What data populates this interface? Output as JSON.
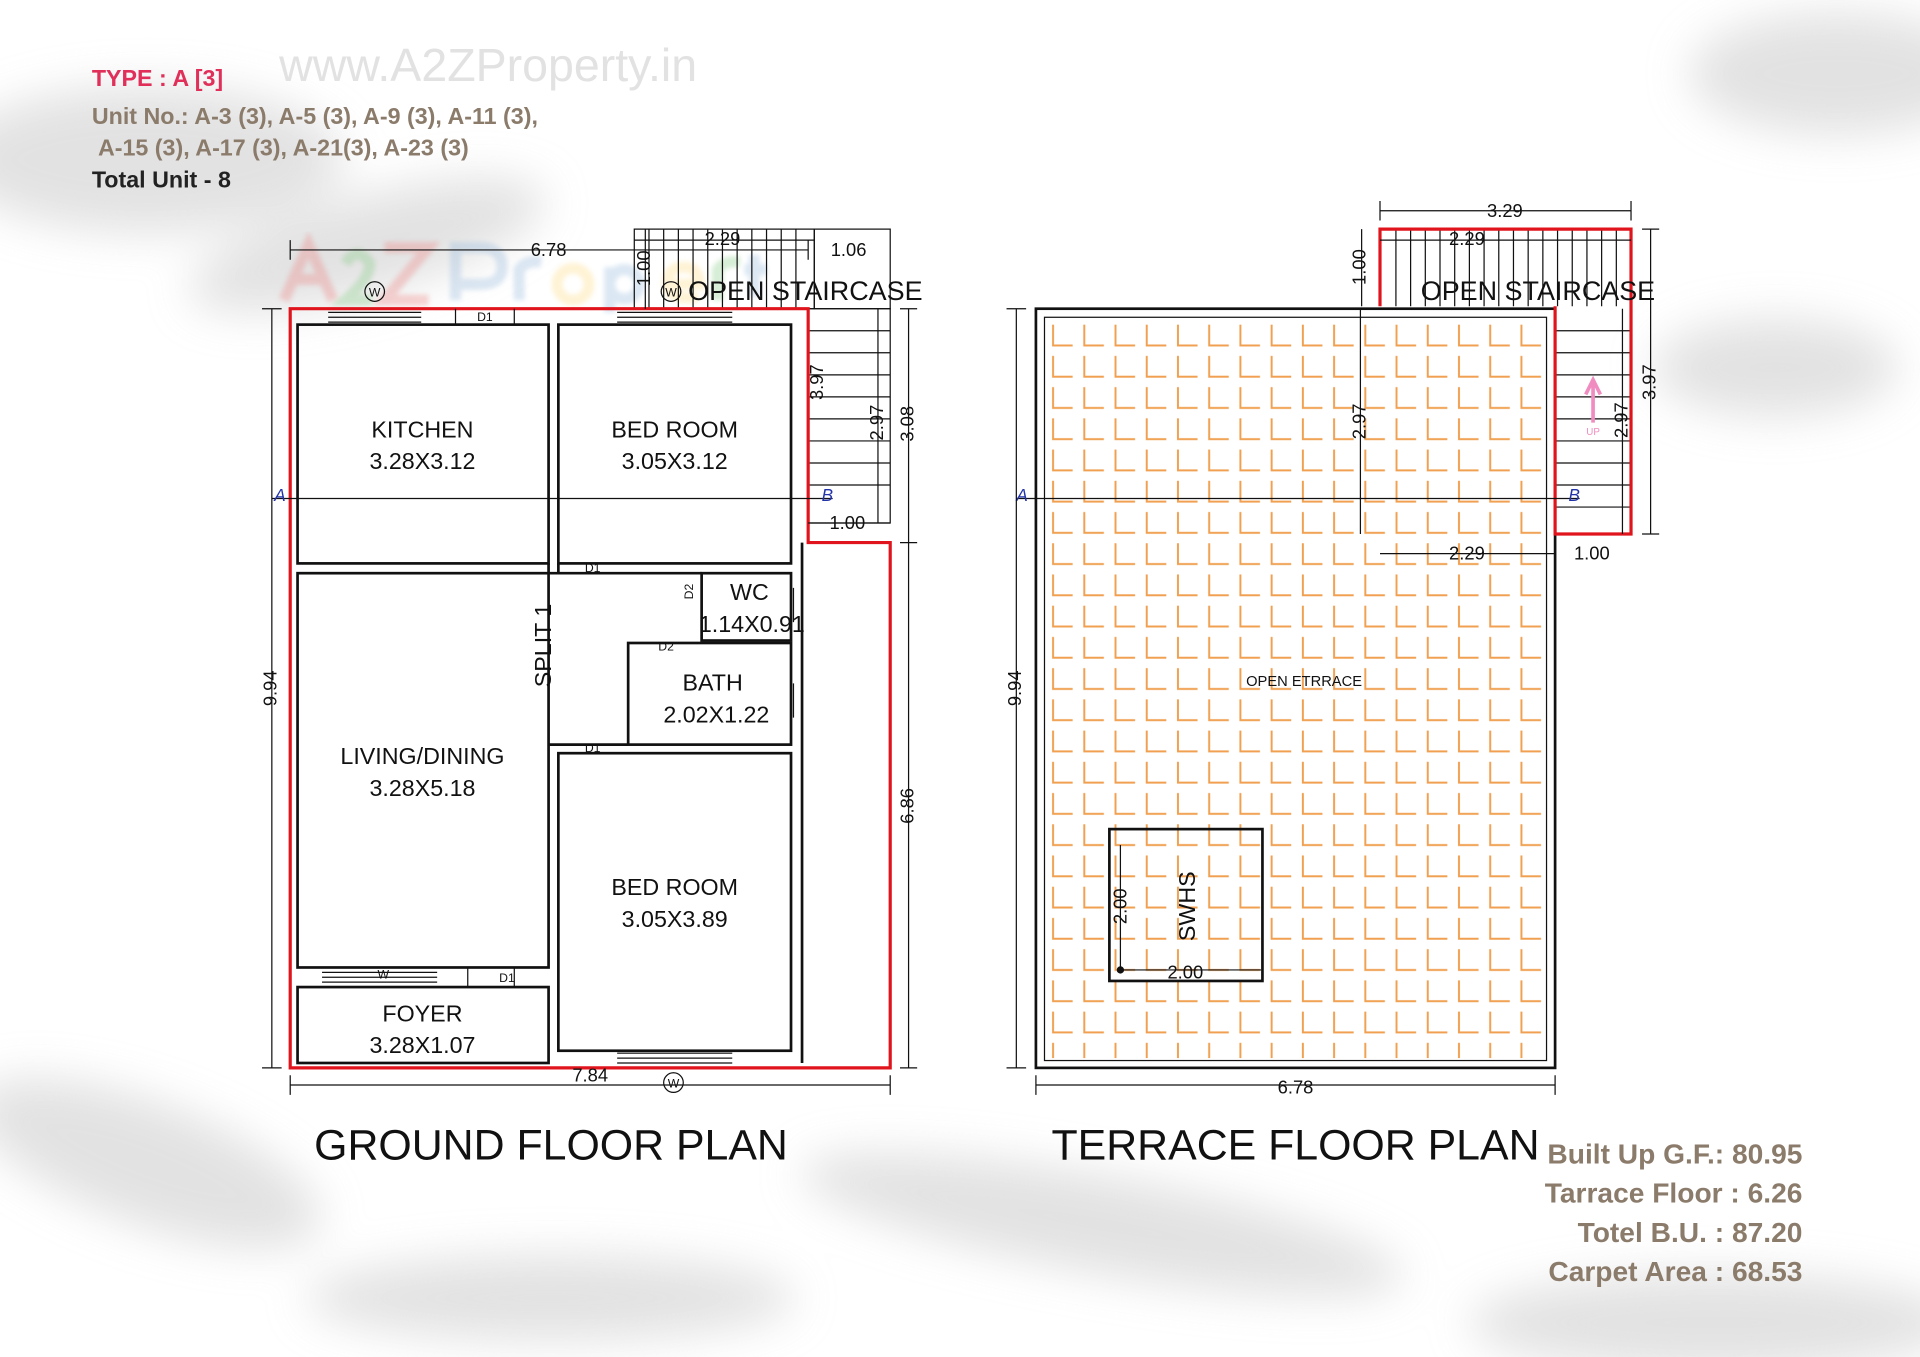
{
  "header": {
    "type_label": "TYPE : A [3]",
    "watermark": "www.A2ZProperty.in",
    "unit_line_1": "Unit No.: A-3 (3), A-5 (3), A-9 (3), A-11 (3),",
    "unit_line_2": "A-15 (3), A-17 (3), A-21(3), A-23 (3)",
    "total_units": "Total Unit - 8",
    "logo_text": "A2Z Property"
  },
  "colors": {
    "type_label": "#e0305a",
    "unit_text": "#8b7b6b",
    "outline": "#e0141c",
    "terrace_tiles": "#f0a050"
  },
  "ground_floor": {
    "title": "GROUND FLOOR PLAN",
    "staircase_label": "OPEN STAIRCASE",
    "rooms": [
      {
        "name": "KITCHEN",
        "size": "3.28X3.12"
      },
      {
        "name": "BED ROOM",
        "size": "3.05X3.12"
      },
      {
        "name": "LIVING/DINING",
        "size": "3.28X5.18"
      },
      {
        "name": "BED ROOM",
        "size": "3.05X3.89"
      },
      {
        "name": "FOYER",
        "size": "3.28X1.07"
      },
      {
        "name": "WC",
        "size": "1.14X0.91"
      },
      {
        "name": "BATH",
        "size": "2.02X1.22"
      }
    ],
    "split_label": "SPLIT 1",
    "door_labels": [
      "D1",
      "D1",
      "D1",
      "D1",
      "D2",
      "D2"
    ],
    "window_labels": [
      "W",
      "W",
      "W",
      "W"
    ],
    "section_labels": [
      "A",
      "B"
    ],
    "dimensions": {
      "top": "6.78",
      "left": "9.94",
      "bottom": "7.84",
      "right_upper": "3.08",
      "right_lower": "6.86",
      "stair_width": "2.29",
      "stair_depth": "1.00",
      "stair_landing": "1.06",
      "stair_flight": "3.97",
      "stair_inner": "2.97",
      "stair_side": "1.00"
    }
  },
  "terrace_floor": {
    "title": "TERRACE FLOOR PLAN",
    "staircase_label": "OPEN STAIRCASE",
    "terrace_label": "OPEN ETRRACE",
    "swhs_label": "SWHS",
    "section_labels": [
      "A",
      "B"
    ],
    "up_label": "UP",
    "dimensions": {
      "top": "3.29",
      "stair_width": "2.29",
      "stair_depth": "1.00",
      "left": "9.94",
      "bottom": "6.78",
      "right": "3.97",
      "stair_inner": "2.97",
      "inner_vertical": "2.97",
      "landing_width": "2.29",
      "landing_side": "1.00",
      "swhs_h": "2.00",
      "swhs_w": "2.00"
    }
  },
  "stats": [
    {
      "label": "Built Up G.F.:",
      "value": "80.95"
    },
    {
      "label": "Tarrace Floor :",
      "value": "6.26"
    },
    {
      "label": "Totel B.U. :",
      "value": "87.20"
    },
    {
      "label": "Carpet Area :",
      "value": "68.53"
    }
  ]
}
